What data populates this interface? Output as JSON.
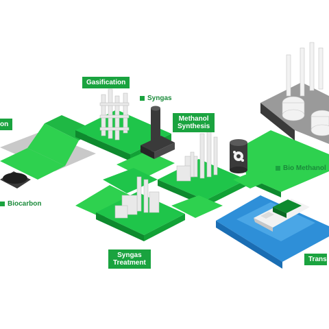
{
  "labels": {
    "gasification": "Gasification",
    "syngas": "Syngas",
    "methanol_synthesis_line1": "Methanol",
    "methanol_synthesis_line2": "Synthesis",
    "bio_methanol": "Bio Methanol",
    "biocarbon": "Biocarbon",
    "syngas_treatment_line1": "Syngas",
    "syngas_treatment_line2": "Treatment",
    "transport_partial": "Trans",
    "left_partial": "on"
  },
  "colors": {
    "accent_green": "#1aa33f",
    "bright_green": "#2ed14f",
    "dark_green": "#0e8a2e",
    "water_blue": "#2e8fd8",
    "gray_platform": "#a6a6a6",
    "dark_gray": "#3a3a3a"
  }
}
